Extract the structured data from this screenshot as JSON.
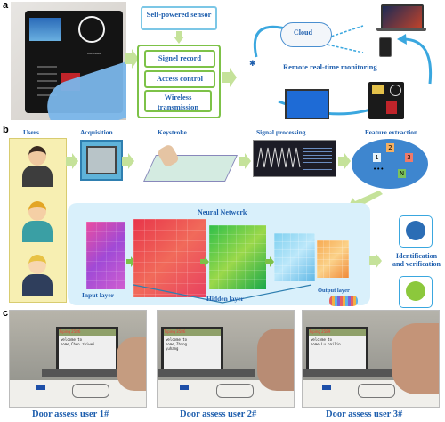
{
  "panel_a": {
    "letter": "a",
    "sensor_label": "Self-powered sensor",
    "steps": [
      "Signel record",
      "Access control",
      "Wireless transmission"
    ],
    "cloud_label": "Cloud",
    "monitoring_label": "Remote real-time monitoring",
    "keypad_brand": "HIKVISION"
  },
  "panel_b": {
    "letter": "b",
    "stages": [
      "Users",
      "Acquisition",
      "Keystroke",
      "Signal processing",
      "Feature extraction"
    ],
    "feature_tiles": [
      "1",
      "2",
      "3",
      "N"
    ],
    "feature_ellipsis": "•••",
    "network_title": "Neural Network",
    "input_layer_label": "Input  layer",
    "hidden_layer_label": "Hidden layer",
    "output_layer_label": "Output layer",
    "result_label": "Identification and verification"
  },
  "panel_c": {
    "letter": "c",
    "photos": [
      {
        "screen_title": "Typing 2586",
        "screen_text": "welcome to home,Chen zhiwei",
        "caption": "Door assess user 1#"
      },
      {
        "screen_title": "Typing 3586",
        "screen_text": "welcome to home,Zhang yuhang",
        "caption": "Door assess user 2#"
      },
      {
        "screen_title": "Typing 2589",
        "screen_text": "welcome to home,Lu hailin",
        "caption": "Door assess user 3#"
      }
    ]
  },
  "colors": {
    "accent_blue": "#1f5fae",
    "accent_green": "#7dc248",
    "users_panel": "#f7efb2",
    "network_panel": "#d9f0fb"
  }
}
